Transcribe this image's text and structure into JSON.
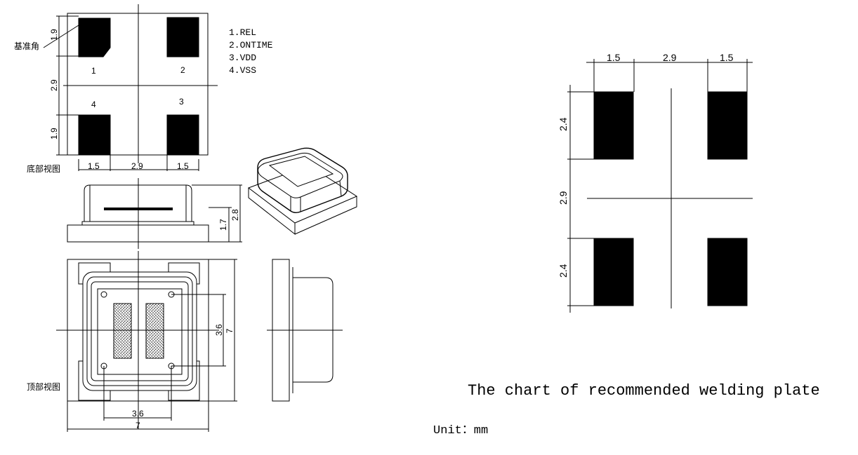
{
  "bottom_view": {
    "title": "底部视图",
    "reference_corner": "基准角",
    "pin_numbers": [
      "1",
      "2",
      "3",
      "4"
    ],
    "dims": {
      "top_pad": "1.9",
      "middle": "2.9",
      "bottom_pad": "1.9",
      "left_pad_w": "1.5",
      "gap_w": "2.9",
      "right_pad_w": "1.5"
    }
  },
  "pin_list": [
    "1.REL",
    "2.ONTIME",
    "3.VDD",
    "4.VSS"
  ],
  "side_view": {
    "dims": {
      "body_h": "1.7",
      "total_h": "2.8"
    }
  },
  "top_view": {
    "title": "顶部视图",
    "dims": {
      "inner_h": "3.6",
      "outer_h": "7",
      "inner_w": "3.6",
      "outer_w": "7"
    }
  },
  "welding_plate": {
    "title": "The chart of recommended welding plate",
    "unit": "Unit：mm",
    "dims": {
      "left_pad_w": "1.5",
      "gap_w": "2.9",
      "right_pad_w": "1.5",
      "top_pad_h": "2.4",
      "gap_h": "2.9",
      "bottom_pad_h": "2.4"
    }
  },
  "colors": {
    "ink": "#000000",
    "pad": "#000000",
    "paper": "#ffffff"
  }
}
